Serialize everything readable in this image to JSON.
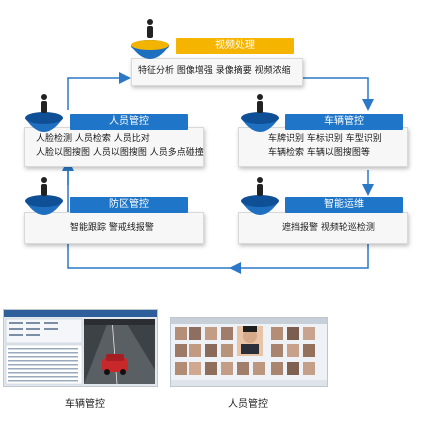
{
  "colors": {
    "accent_blue": "#1f76c9",
    "accent_gold": "#f5b400",
    "flow_arrow": "#2a78c6",
    "dome_blue": "#1f6fc0"
  },
  "modules": {
    "video": {
      "title": "视频处理",
      "line1": "特征分析  图像增强  录像摘要  视频浓缩"
    },
    "person": {
      "title": "人员管控",
      "line1": "人脸检测   人员检索   人员比对",
      "line2": "人脸以图搜图  人员以图搜图  人员多点碰撞"
    },
    "vehicle": {
      "title": "车辆管控",
      "line1": "车牌识别  车标识别  车型识别",
      "line2": "车辆检索  车辆以图搜图等"
    },
    "defense": {
      "title": "防区管控",
      "line1": "智能跟踪  警戒线报警"
    },
    "ops": {
      "title": "智能运维",
      "line1": "遮挡报警  视频轮巡检测"
    }
  },
  "captions": {
    "vehicle": "车辆管控",
    "person": "人员管控"
  }
}
